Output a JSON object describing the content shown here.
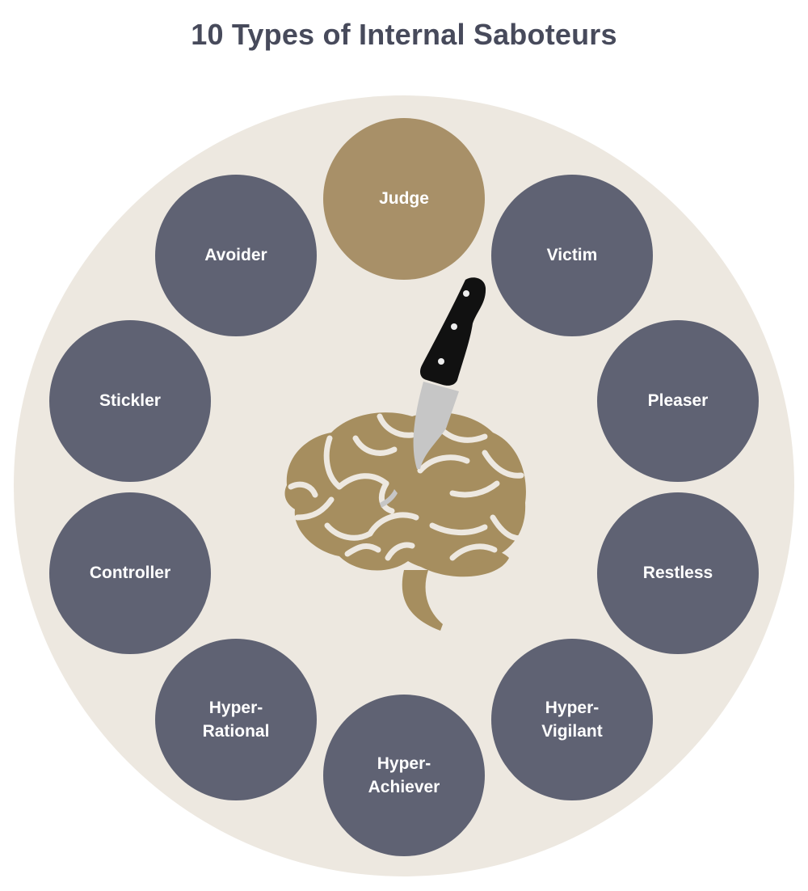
{
  "title": "10 Types of Internal Saboteurs",
  "colors": {
    "background_disc": "#ede8e0",
    "node": "#5f6273",
    "highlight_node": "#a89068",
    "title": "#474a5b",
    "brain": "#a68e5f",
    "knife_handle": "#111111",
    "knife_blade": "#c6c6c6"
  },
  "center_icon": "brain-with-knife-icon",
  "saboteurs": [
    {
      "lines": [
        "Judge"
      ],
      "highlight": true
    },
    {
      "lines": [
        "Victim"
      ],
      "highlight": false
    },
    {
      "lines": [
        "Pleaser"
      ],
      "highlight": false
    },
    {
      "lines": [
        "Restless"
      ],
      "highlight": false
    },
    {
      "lines": [
        "Hyper-",
        "Vigilant"
      ],
      "highlight": false
    },
    {
      "lines": [
        "Hyper-",
        "Achiever"
      ],
      "highlight": false
    },
    {
      "lines": [
        "Hyper-",
        "Rational"
      ],
      "highlight": false
    },
    {
      "lines": [
        "Controller"
      ],
      "highlight": false
    },
    {
      "lines": [
        "Stickler"
      ],
      "highlight": false
    },
    {
      "lines": [
        "Avoider"
      ],
      "highlight": false
    }
  ]
}
